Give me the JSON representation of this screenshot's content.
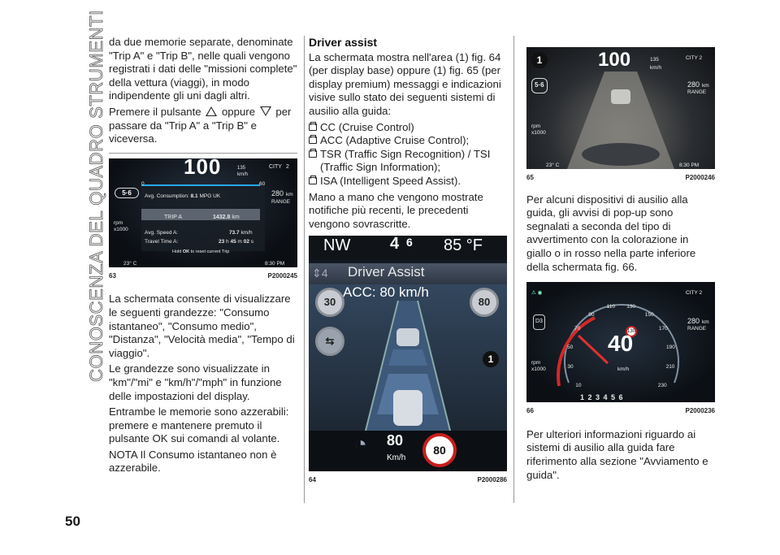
{
  "section_title": "CONOSCENZA DEL QUADRO STRUMENTI",
  "page_number": "50",
  "col1": {
    "p1": "da due memorie separate, denominate \"Trip A\" e \"Trip B\", nelle quali vengono registrati i dati delle \"missioni complete\" della vettura (viaggi), in modo indipendente gli uni dagli altri.",
    "p2_a": "Premere il pulsante",
    "p2_b": "oppure",
    "p2_c": "per passare da \"Trip A\" a \"Trip B\" e viceversa.",
    "p3": "La schermata consente di visualizzare le seguenti grandezze: \"Consumo istantaneo\", \"Consumo medio\", \"Distanza\", \"Velocità media\", \"Tempo di viaggio\".",
    "p4": "Le grandezze sono visualizzate in \"km\"/\"mi\" e \"km/h\"/\"mph\" in funzione delle impostazioni del display.",
    "p5": "Entrambe le memorie sono azzerabili: premere e mantenere premuto il pulsante OK sui comandi al volante.",
    "p6": "NOTA Il Consumo istantaneo non è azzerabile."
  },
  "fig63": {
    "number": "63",
    "code": "P2000245",
    "speed": "100",
    "speed_limit": "135",
    "speed_unit": "km/h",
    "mode": "CITY",
    "mode_num": "2",
    "gear": "5·6",
    "scale_0": "0",
    "scale_60": "60",
    "avg_consumption_label": "Avg. Consumption:",
    "avg_consumption_value": "8.1",
    "avg_consumption_unit": "MPG UK",
    "range_value": "280",
    "range_unit": "km",
    "range_label": "RANGE",
    "rpm": "rpm",
    "rpm_x": "x1000",
    "trip_label": "TRIP A",
    "trip_value": "1432.8",
    "trip_unit": "km",
    "avg_speed_label": "Avg. Speed A:",
    "avg_speed_value": "73.7",
    "avg_speed_unit": "km/h",
    "travel_time_label": "Travel Time A:",
    "travel_time_h": "23",
    "travel_time_m": "45",
    "travel_time_s": "02",
    "hold_text_a": "Hold",
    "hold_ok": "OK",
    "hold_text_b": "to reset current Trip",
    "temp": "23° C",
    "time": "8:30 PM"
  },
  "col2": {
    "heading": "Driver assist",
    "p1": "La schermata mostra nell'area (1) fig. 64 (per display base) oppure (1) fig. 65 (per display premium) messaggi e indicazioni visive sullo stato dei seguenti sistemi di ausilio alla guida:",
    "bullets": [
      "CC (Cruise Control)",
      "ACC (Adaptive Cruise Control);",
      "TSR (Traffic Sign Recognition) / TSI (Traffic Sign Information);",
      "ISA (Intelligent Speed Assist)."
    ],
    "p2": "Mano a mano che vengono mostrate notifiche più recenti, le precedenti vengono sovrascritte."
  },
  "fig64": {
    "number": "64",
    "code": "P2000286",
    "heading": "NW",
    "gear": "4",
    "gear_next": "6",
    "temp": "85 °F",
    "mode_num": "4",
    "title": "Driver Assist",
    "acc": "ACC: 80 km/h",
    "left_circle": "30",
    "right_circle": "80",
    "callout": "1",
    "set_speed": "80",
    "set_unit": "Km/h",
    "sign": "80"
  },
  "col3": {
    "p1": "Per alcuni dispositivi di ausilio alla guida, gli avvisi di pop-up sono segnalati a seconda del tipo di avvertimento con la colorazione in giallo o in rosso nella parte inferiore della schermata fig. 66.",
    "p2": "Per ulteriori informazioni riguardo ai sistemi di ausilio alla guida fare riferimento alla sezione \"Avviamento e guida\"."
  },
  "fig65": {
    "number": "65",
    "code": "P2000246",
    "callout": "1",
    "speed": "100",
    "limit": "135",
    "unit": "km/h",
    "mode": "CITY",
    "mode_num": "2",
    "gear": "5·6",
    "range_value": "280",
    "range_unit": "km",
    "range_label": "RANGE",
    "rpm": "rpm",
    "rpm_x": "x1000",
    "temp": "23° C",
    "time": "8:30 PM"
  },
  "fig66": {
    "number": "66",
    "code": "P2000236",
    "mode": "CITY",
    "mode_num": "2",
    "speed": "40",
    "unit": "km/h",
    "limit": "130",
    "range_value": "280",
    "range_unit": "km",
    "range_label": "RANGE",
    "rpm": "rpm",
    "rpm_x": "x1000",
    "gear_label": "D3",
    "gears": "1 2 3 4 5 6",
    "ticks": [
      "10",
      "30",
      "50",
      "70",
      "90",
      "110",
      "130",
      "150",
      "170",
      "190",
      "210",
      "230"
    ]
  }
}
